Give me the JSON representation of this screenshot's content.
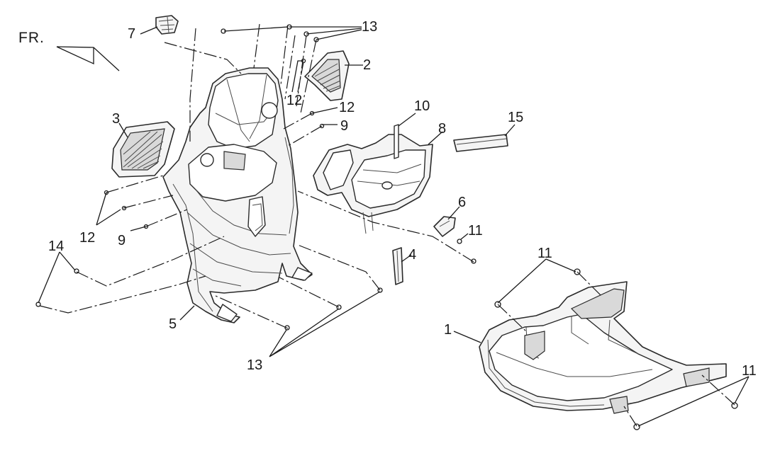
{
  "direction_label": "FR.",
  "callouts": {
    "c1": "1",
    "c2": "2",
    "c3": "3",
    "c4": "4",
    "c5": "5",
    "c6": "6",
    "c7": "7",
    "c8": "8",
    "c9a": "9",
    "c9b": "9",
    "c10": "10",
    "c11a": "11",
    "c11b": "11",
    "c11c": "11",
    "c12a": "12",
    "c12b": "12",
    "c12c": "12",
    "c13a": "13",
    "c13b": "13",
    "c14": "14",
    "c15": "15"
  }
}
